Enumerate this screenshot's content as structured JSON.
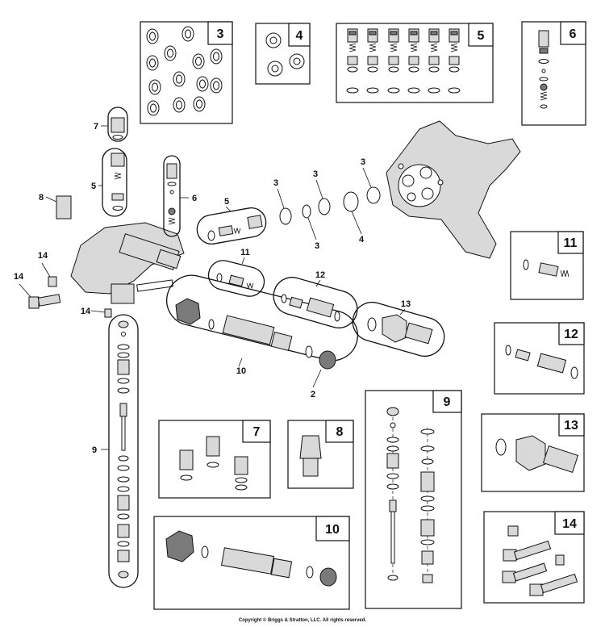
{
  "copyright": "Copyright © Briggs & Stratton, LLC. All rights reserved.",
  "kit_boxes": [
    {
      "id": "3",
      "label": "3"
    },
    {
      "id": "4",
      "label": "4"
    },
    {
      "id": "5",
      "label": "5"
    },
    {
      "id": "6",
      "label": "6"
    },
    {
      "id": "7",
      "label": "7"
    },
    {
      "id": "8",
      "label": "8"
    },
    {
      "id": "9",
      "label": "9"
    },
    {
      "id": "10",
      "label": "10"
    },
    {
      "id": "11",
      "label": "11"
    },
    {
      "id": "12",
      "label": "12"
    },
    {
      "id": "13",
      "label": "13"
    },
    {
      "id": "14",
      "label": "14"
    }
  ],
  "callouts": {
    "c7": "7",
    "c5a": "5",
    "c6": "6",
    "c8": "8",
    "c14a": "14",
    "c14b": "14",
    "c14c": "14",
    "c5b": "5",
    "c3a": "3",
    "c3b": "3",
    "c3c": "3",
    "c3d": "3",
    "c4": "4",
    "c11": "11",
    "c12": "12",
    "c13": "13",
    "c10": "10",
    "c2": "2",
    "c9": "9"
  }
}
